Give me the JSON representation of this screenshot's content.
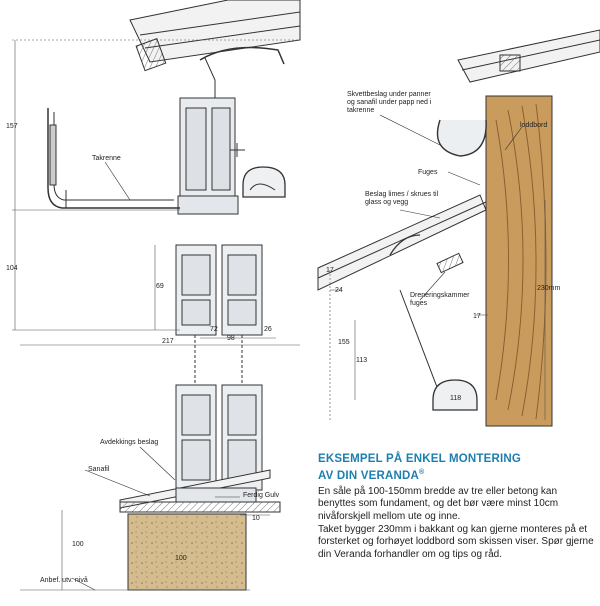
{
  "left": {
    "dims": [
      "157",
      "104",
      "69",
      "72",
      "26",
      "217",
      "98",
      "100",
      "100",
      "10"
    ],
    "labels": [
      "Takrenne",
      "Avdekkings beslag",
      "Sanafil",
      "Ferdig Gulv",
      "Anbef. utv. nivå"
    ]
  },
  "right": {
    "dims": [
      "17",
      "24",
      "155",
      "113",
      "17",
      "230mm",
      "118"
    ],
    "labels": [
      "Skvettbeslag under panner og sanafil under papp ned i takrenne",
      "loddbord",
      "Fuges",
      "Beslag limes / skrues til glass og vegg",
      "Dreneringskammer fuges"
    ]
  },
  "text": {
    "heading_line1": "EKSEMPEL PÅ ENKEL MONTERING",
    "heading_line2": "AV DIN VERANDA",
    "registered": "®",
    "para1": "En såle på 100-150mm bredde av tre eller betong kan benyttes som fundament, og det bør være minst 10cm nivåforskjell mellom ute og inne.",
    "para2": "Taket bygger 230mm i bakkant og kan gjerne monteres på et forsterket og forhøyet loddbord som skissen viser. Spør gjerne din Veranda forhandler om og tips og råd."
  },
  "colors": {
    "heading": "#1d7fb0",
    "wood": "#c99c5e",
    "concrete": "#d4bc8e"
  }
}
